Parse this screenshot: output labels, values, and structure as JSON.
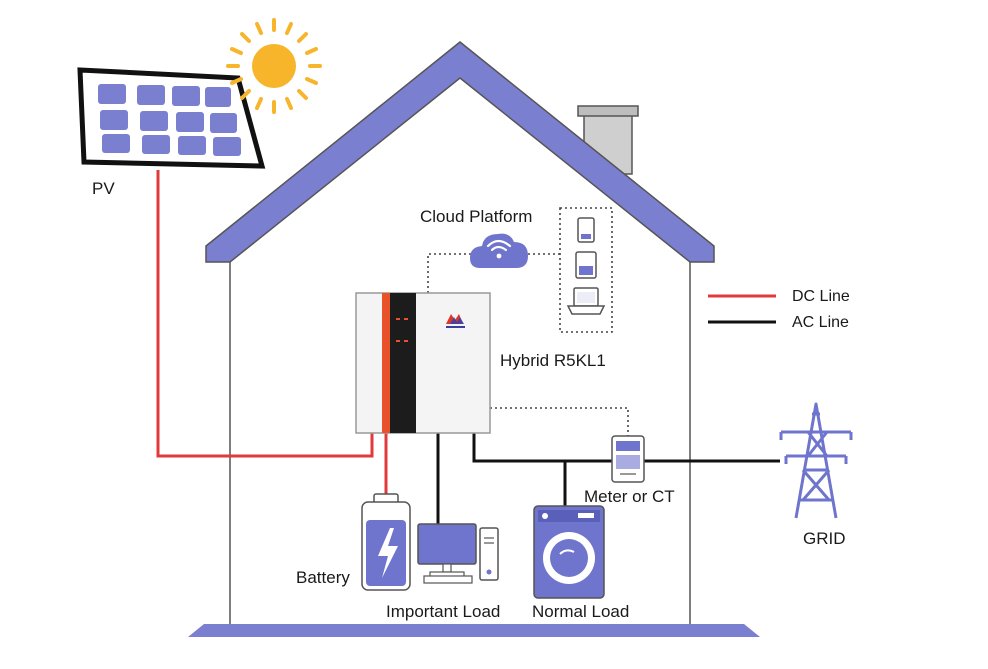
{
  "labels": {
    "pv": "PV",
    "cloud": "Cloud Platform",
    "inverter": "Hybrid R5KL1",
    "meter": "Meter or CT",
    "grid": "GRID",
    "battery": "Battery",
    "important_load": "Important Load",
    "normal_load": "Normal Load"
  },
  "legend": {
    "dc": "DC Line",
    "ac": "AC Line"
  },
  "colors": {
    "roof": "#7b7fd0",
    "accent": "#6f74cc",
    "dc_line": "#e03a3a",
    "ac_line": "#111111",
    "sun": "#f7b52c",
    "inverter_stripe": "#e7522a",
    "inverter_panel": "#1c1c1c"
  },
  "icons": {
    "sun": "sun-icon",
    "cloud": "cloud-wifi-icon",
    "phone": "phone-icon",
    "tablet": "tablet-icon",
    "laptop": "laptop-icon",
    "battery": "battery-icon",
    "computer": "desktop-computer-icon",
    "washer": "washing-machine-icon",
    "meter": "meter-icon",
    "tower": "power-tower-icon",
    "pv": "solar-panel-icon"
  }
}
